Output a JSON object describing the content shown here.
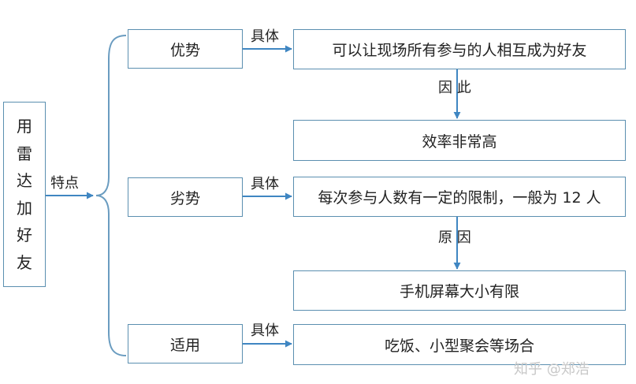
{
  "root": {
    "chars": [
      "用",
      "雷",
      "达",
      "加",
      "好",
      "友"
    ]
  },
  "edge_labels": {
    "features": "特点",
    "concrete_1": "具体",
    "concrete_2": "具体",
    "concrete_3": "具体",
    "therefore": "因 此",
    "reason": "原 因"
  },
  "categories": {
    "advantage": "优势",
    "disadvantage": "劣势",
    "applicable": "适用"
  },
  "details": {
    "advantage": "可以让现场所有参与的人相互成为好友",
    "advantage_result": "效率非常高",
    "disadvantage": "每次参与人数有一定的限制，一般为 12 人",
    "disadvantage_reason": "手机屏幕大小有限",
    "applicable": "吃饭、小型聚会等场合"
  },
  "watermark": "知乎 @郑浩",
  "colors": {
    "border": "#5b8fb0",
    "arrow": "#3f86c2",
    "watermark": "#c8c8c8"
  }
}
